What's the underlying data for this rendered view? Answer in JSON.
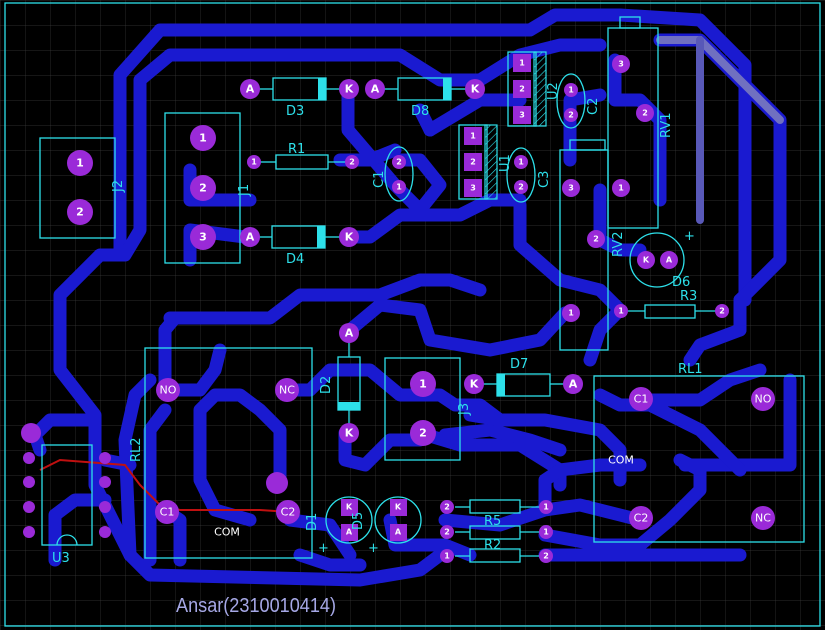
{
  "designators": {
    "J1": "J1",
    "J2": "J2",
    "J3": "J3",
    "D1": "D1",
    "D2": "D2",
    "D3": "D3",
    "D4": "D4",
    "D5": "D5",
    "D6": "D6",
    "D7": "D7",
    "D8": "D8",
    "R1": "R1",
    "R2": "R2",
    "R3": "R3",
    "R5": "R5",
    "C1": "C1",
    "C2": "C2",
    "C3": "C3",
    "U1": "U1",
    "U2": "U2",
    "U3": "U3",
    "RV1": "RV1",
    "RV2": "RV2",
    "RL1": "RL1",
    "RL2": "RL2"
  },
  "pad_labels": {
    "one": "1",
    "two": "2",
    "three": "3",
    "anode": "A",
    "cathode": "K",
    "no": "NO",
    "nc": "NC",
    "com": "COM",
    "c1": "C1",
    "c2": "C2"
  },
  "polarity": {
    "plus": "+"
  },
  "signature": "Ansar(2310010414)",
  "colors": {
    "background": "#000000",
    "grid": "#3a3a3a",
    "silkscreen": "#2de0ea",
    "copper_track": "#1a1ad0",
    "pad": "#9a2ad8",
    "top_layer_trace": "#c01010",
    "signature": "#a6a8e6"
  }
}
